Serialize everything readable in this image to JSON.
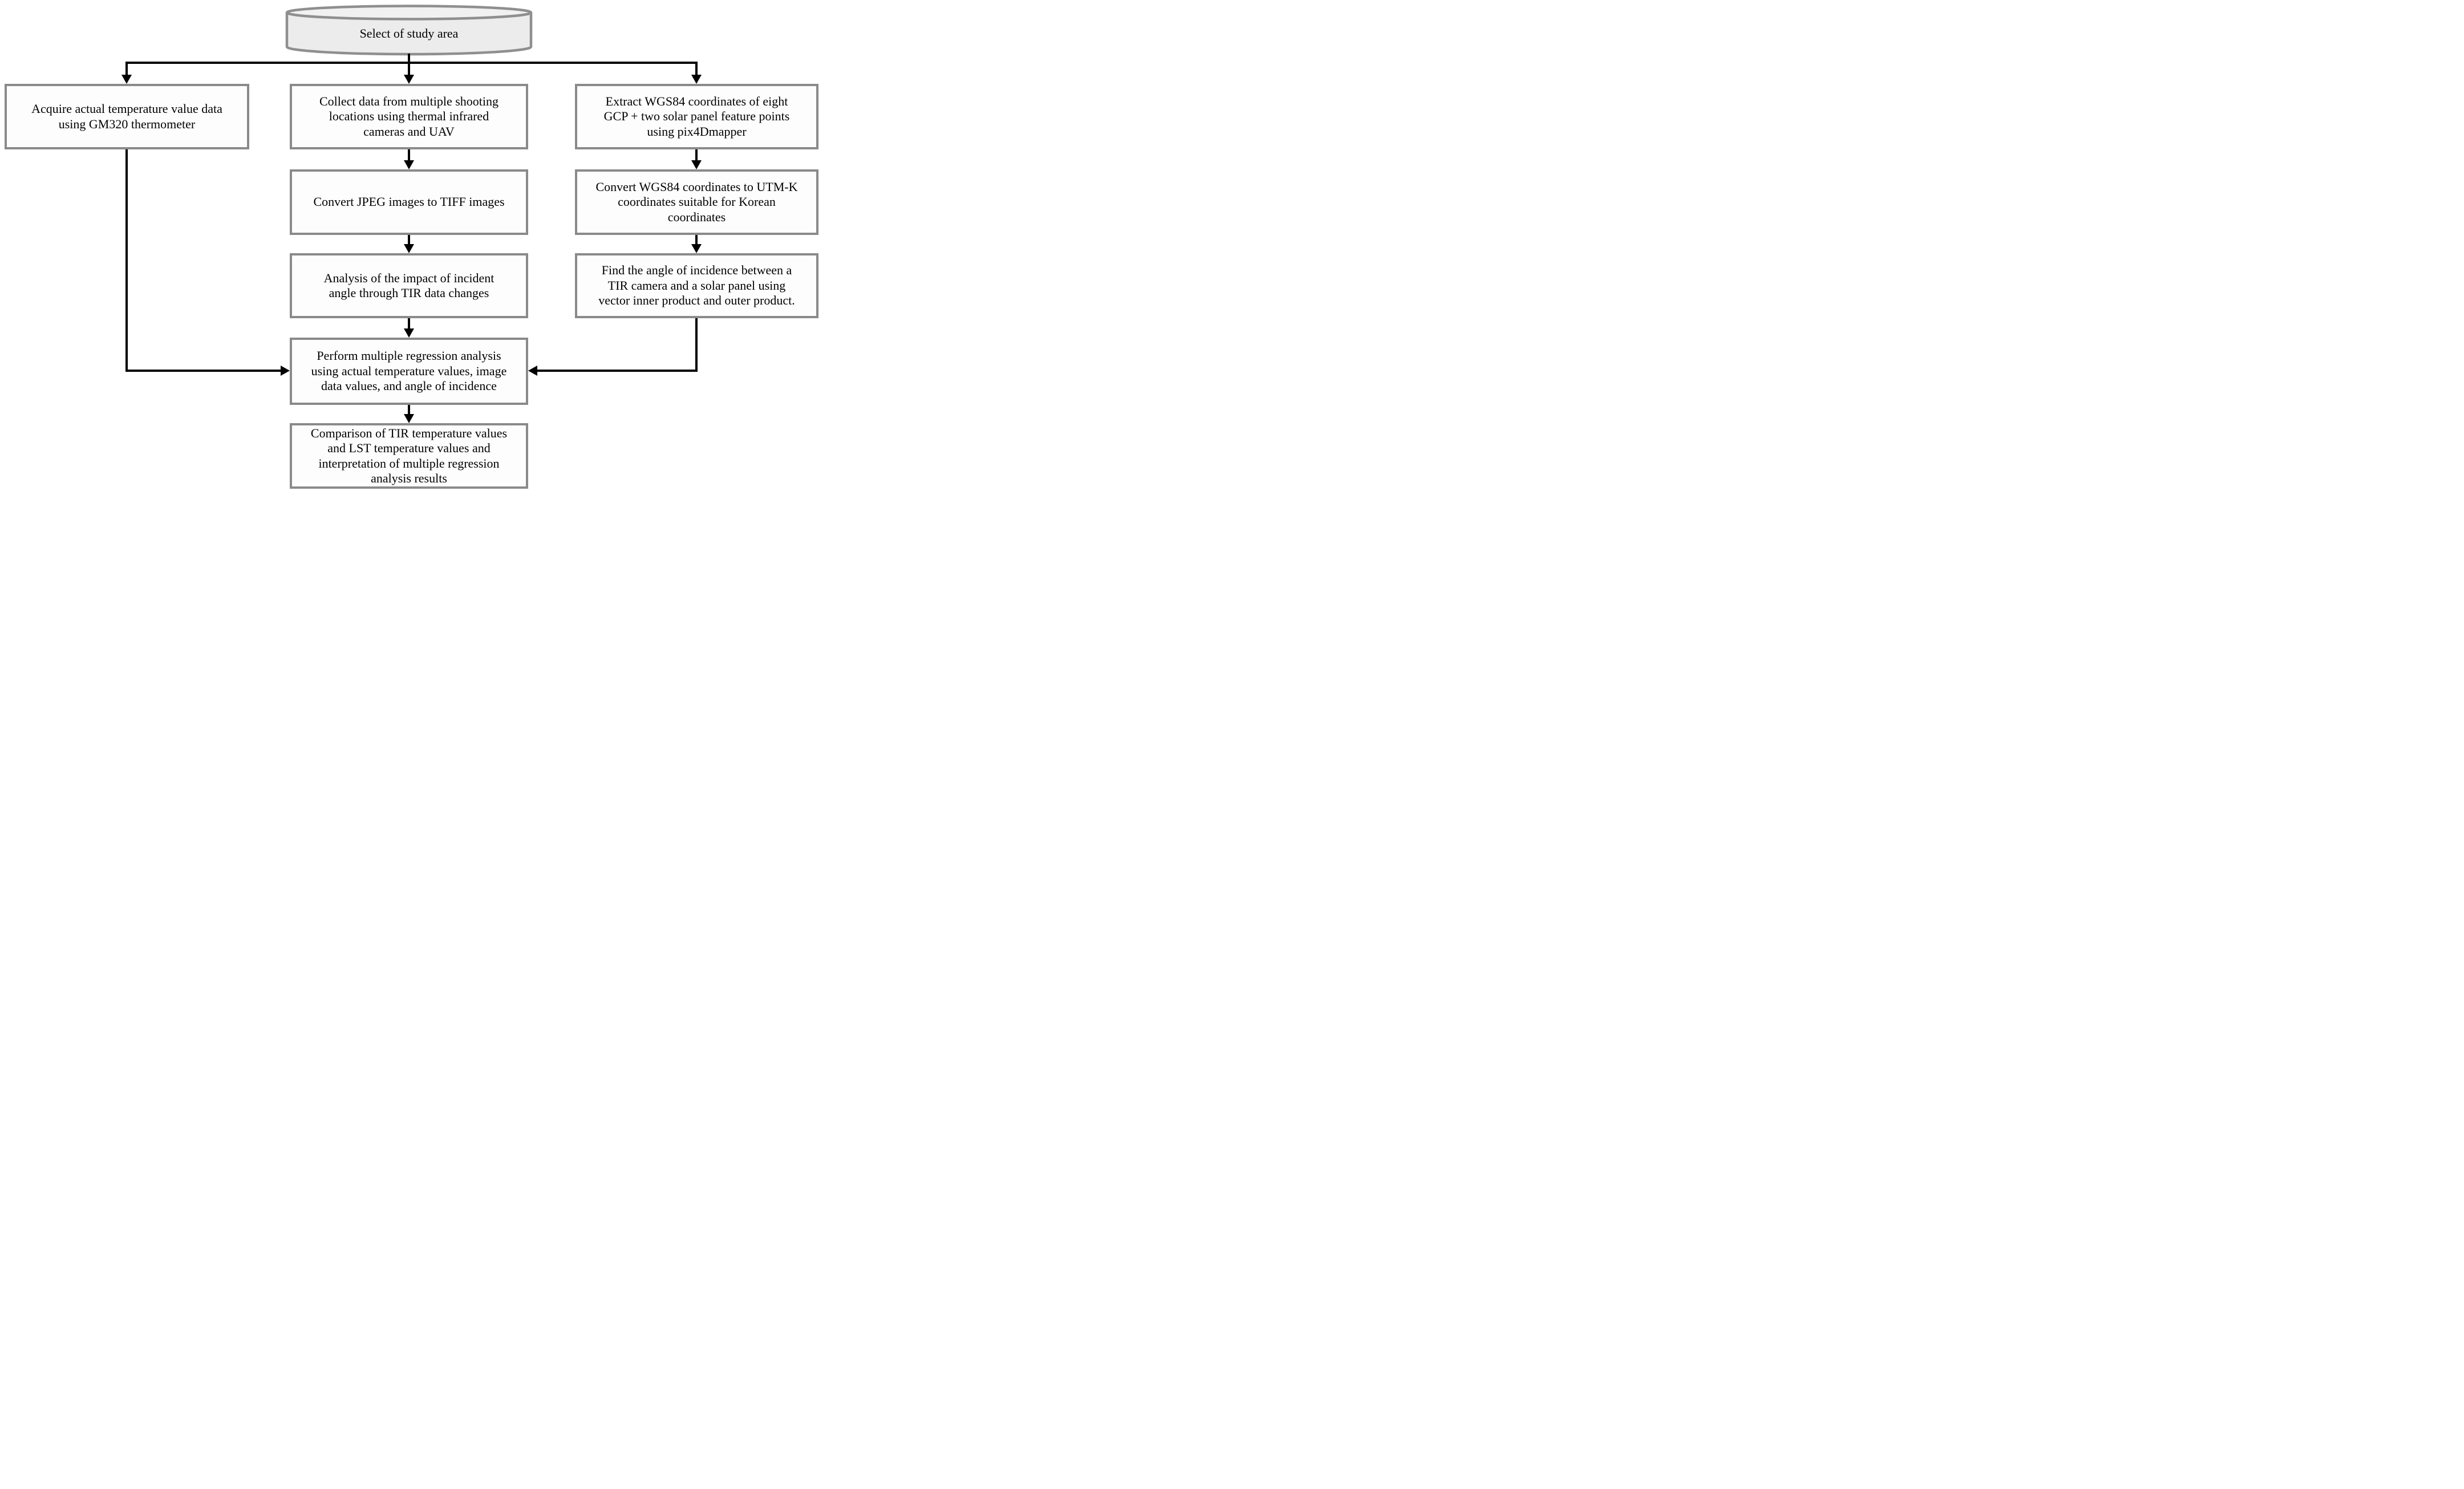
{
  "figure": {
    "cylinder": {
      "label": "Select of study area"
    },
    "nodes": {
      "left1": {
        "label": "Acquire actual temperature value data\nusing GM320 thermometer"
      },
      "mid1": {
        "label": "Collect data from multiple shooting\nlocations using thermal infrared\ncameras and UAV"
      },
      "mid2": {
        "label": "Convert JPEG images to TIFF images"
      },
      "mid3": {
        "label": "Analysis of the impact of incident\nangle through TIR data changes"
      },
      "mid4": {
        "label": "Perform multiple regression analysis\nusing actual temperature values, image\ndata values, and angle of incidence"
      },
      "mid5": {
        "label": "Comparison of TIR temperature values\nand LST temperature values and\ninterpretation of multiple regression\nanalysis results"
      },
      "right1": {
        "label": "Extract WGS84 coordinates of eight\nGCP + two solar panel feature points\nusing pix4Dmapper"
      },
      "right2": {
        "label": "Convert WGS84 coordinates to UTM-K\ncoordinates suitable for Korean\ncoordinates"
      },
      "right3": {
        "label": "Find the angle of incidence between a\nTIR camera and a solar panel using\nvector inner product and outer product."
      }
    },
    "colors": {
      "box_border": "#8a8a8a",
      "box_fill": "#fdfdfd",
      "cylinder_fill": "#ececec",
      "cylinder_rim_fill": "#f1f1f1",
      "cylinder_border": "#8f8f8f",
      "connector": "#000000",
      "text": "#000000",
      "background": "#ffffff"
    }
  }
}
